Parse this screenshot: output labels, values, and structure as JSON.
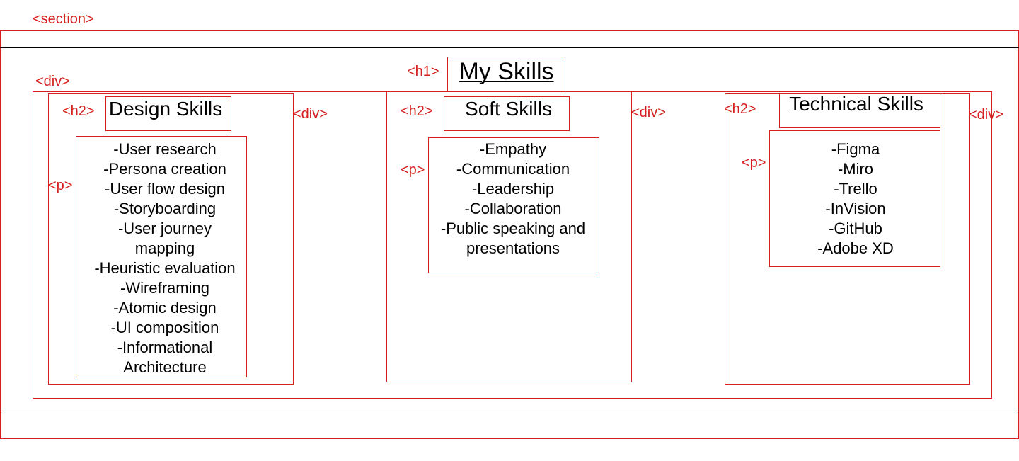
{
  "tags": {
    "section": "<section>",
    "h1": "<h1>",
    "outer_div": "<div>",
    "div": "<div>",
    "h2": "<h2>",
    "p": "<p>"
  },
  "page_title": "My Skills",
  "columns": [
    {
      "heading": "Design Skills",
      "items": [
        "-User research",
        "-Persona creation",
        "-User flow design",
        "-Storyboarding",
        "-User journey",
        "mapping",
        "-Heuristic evaluation",
        "-Wireframing",
        "-Atomic design",
        "-UI composition",
        "-Informational",
        "Architecture"
      ]
    },
    {
      "heading": "Soft Skills",
      "items": [
        "-Empathy",
        "-Communication",
        "-Leadership",
        "-Collaboration",
        "-Public speaking and",
        "presentations"
      ]
    },
    {
      "heading": "Technical Skills",
      "items": [
        "-Figma",
        "-Miro",
        "-Trello",
        "-InVision",
        "-GitHub",
        "-Adobe XD"
      ]
    }
  ],
  "colors": {
    "annotation": "#d61f1f",
    "text": "#000000",
    "background": "#ffffff"
  }
}
